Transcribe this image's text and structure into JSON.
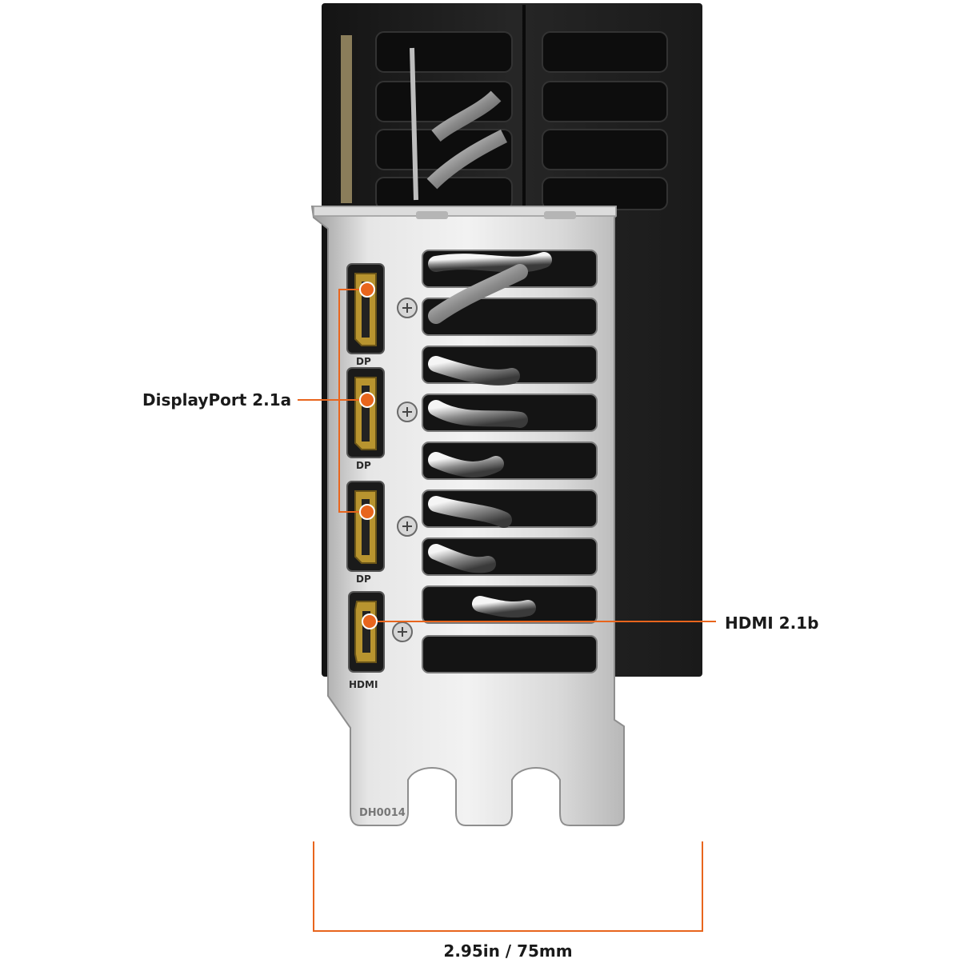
{
  "callouts": {
    "displayport": "DisplayPort 2.1a",
    "hdmi": "HDMI 2.1b"
  },
  "dimension": {
    "width_label": "2.95in / 75mm"
  },
  "bracket": {
    "port_labels": [
      "DP",
      "DP",
      "DP",
      "HDMI"
    ],
    "part_number": "DH0014"
  },
  "colors": {
    "accent": "#e8651d",
    "shroud": "#1c1c1c",
    "bracket": "#c9c9c9"
  }
}
